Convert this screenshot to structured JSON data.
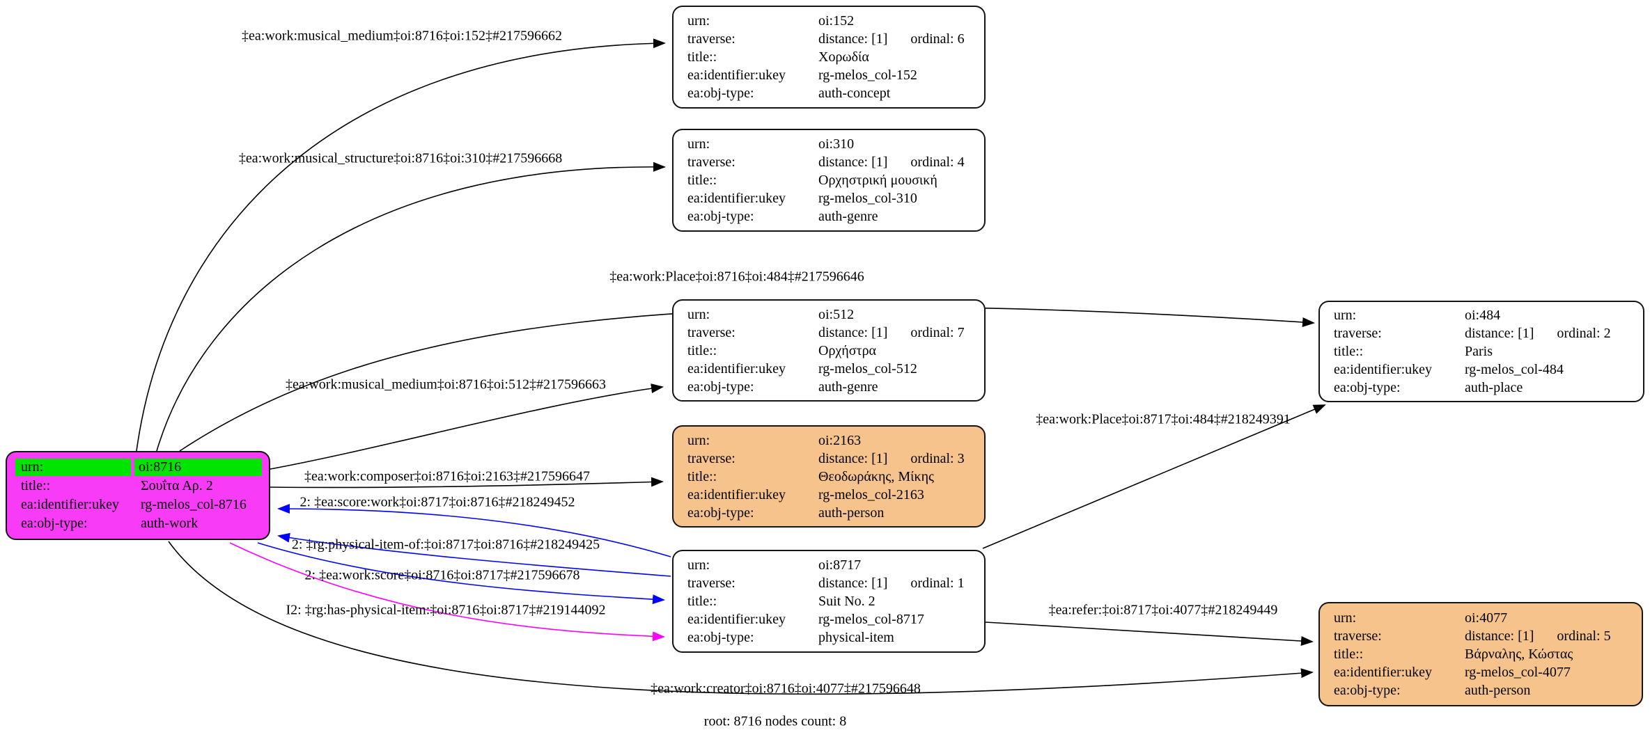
{
  "diagram": {
    "footer": "root: 8716 nodes count: 8"
  },
  "colors": {
    "root_fill": "#f73bf7",
    "root_urn_highlight": "#00e500",
    "person_fill": "#f6c38d",
    "default_node_fill": "#ffffff",
    "edge_black": "#000000",
    "edge_blue": "#0000ff",
    "edge_pink": "#ff00ff"
  },
  "nodes": {
    "n8716": {
      "urn_label": "urn:",
      "urn": "oi:8716",
      "title_label": "title::",
      "title": "Σουΐτα Αρ. 2",
      "ukey_label": "ea:identifier:ukey",
      "ukey": "rg-melos_col-8716",
      "type_label": "ea:obj-type:",
      "type": "auth-work"
    },
    "n152": {
      "urn_label": "urn:",
      "urn": "oi:152",
      "traverse_label": "traverse:",
      "distance": "distance: [1]",
      "ordinal": "ordinal: 6",
      "title_label": "title::",
      "title": "Χορωδία",
      "ukey_label": "ea:identifier:ukey",
      "ukey": "rg-melos_col-152",
      "type_label": "ea:obj-type:",
      "type": "auth-concept"
    },
    "n310": {
      "urn_label": "urn:",
      "urn": "oi:310",
      "traverse_label": "traverse:",
      "distance": "distance: [1]",
      "ordinal": "ordinal: 4",
      "title_label": "title::",
      "title": "Ορχηστρική μουσική",
      "ukey_label": "ea:identifier:ukey",
      "ukey": "rg-melos_col-310",
      "type_label": "ea:obj-type:",
      "type": "auth-genre"
    },
    "n512": {
      "urn_label": "urn:",
      "urn": "oi:512",
      "traverse_label": "traverse:",
      "distance": "distance: [1]",
      "ordinal": "ordinal: 7",
      "title_label": "title::",
      "title": "Ορχήστρα",
      "ukey_label": "ea:identifier:ukey",
      "ukey": "rg-melos_col-512",
      "type_label": "ea:obj-type:",
      "type": "auth-genre"
    },
    "n2163": {
      "urn_label": "urn:",
      "urn": "oi:2163",
      "traverse_label": "traverse:",
      "distance": "distance: [1]",
      "ordinal": "ordinal: 3",
      "title_label": "title::",
      "title": "Θεοδωράκης, Μίκης",
      "ukey_label": "ea:identifier:ukey",
      "ukey": "rg-melos_col-2163",
      "type_label": "ea:obj-type:",
      "type": "auth-person"
    },
    "n8717": {
      "urn_label": "urn:",
      "urn": "oi:8717",
      "traverse_label": "traverse:",
      "distance": "distance: [1]",
      "ordinal": "ordinal: 1",
      "title_label": "title::",
      "title": "Suit No. 2",
      "ukey_label": "ea:identifier:ukey",
      "ukey": "rg-melos_col-8717",
      "type_label": "ea:obj-type:",
      "type": "physical-item"
    },
    "n484": {
      "urn_label": "urn:",
      "urn": "oi:484",
      "traverse_label": "traverse:",
      "distance": "distance: [1]",
      "ordinal": "ordinal: 2",
      "title_label": "title::",
      "title": "Paris",
      "ukey_label": "ea:identifier:ukey",
      "ukey": "rg-melos_col-484",
      "type_label": "ea:obj-type:",
      "type": "auth-place"
    },
    "n4077": {
      "urn_label": "urn:",
      "urn": "oi:4077",
      "traverse_label": "traverse:",
      "distance": "distance: [1]",
      "ordinal": "ordinal: 5",
      "title_label": "title::",
      "title": "Βάρναλης, Κώστας",
      "ukey_label": "ea:identifier:ukey",
      "ukey": "rg-melos_col-4077",
      "type_label": "ea:obj-type:",
      "type": "auth-person"
    }
  },
  "edges": {
    "musical_medium_152": {
      "label": "‡ea:work:musical_medium‡oi:8716‡oi:152‡#217596662",
      "color": "#000000"
    },
    "musical_structure_310": {
      "label": "‡ea:work:musical_structure‡oi:8716‡oi:310‡#217596668",
      "color": "#000000"
    },
    "place_8716_484": {
      "label": "‡ea:work:Place‡oi:8716‡oi:484‡#217596646",
      "color": "#000000"
    },
    "musical_medium_512": {
      "label": "‡ea:work:musical_medium‡oi:8716‡oi:512‡#217596663",
      "color": "#000000"
    },
    "composer_2163": {
      "label": "‡ea:work:composer‡oi:8716‡oi:2163‡#217596647",
      "color": "#000000"
    },
    "score_work": {
      "label": "2: ‡ea:score:work‡oi:8717‡oi:8716‡#218249452",
      "color": "#0000ff"
    },
    "physical_item_of": {
      "label": "2: ‡rg:physical-item-of:‡oi:8717‡oi:8716‡#218249425",
      "color": "#0000ff"
    },
    "work_score": {
      "label": "2: ‡ea:work:score‡oi:8716‡oi:8717‡#217596678",
      "color": "#0000ff"
    },
    "has_physical_item": {
      "label": "I2: ‡rg:has-physical-item:‡oi:8716‡oi:8717‡#219144092",
      "color": "#ff00ff"
    },
    "place_8717_484": {
      "label": "‡ea:work:Place‡oi:8717‡oi:484‡#218249391",
      "color": "#000000"
    },
    "refer_4077": {
      "label": "‡ea:refer:‡oi:8717‡oi:4077‡#218249449",
      "color": "#000000"
    },
    "creator_4077": {
      "label": "‡ea:work:creator‡oi:8716‡oi:4077‡#217596648",
      "color": "#000000"
    }
  }
}
